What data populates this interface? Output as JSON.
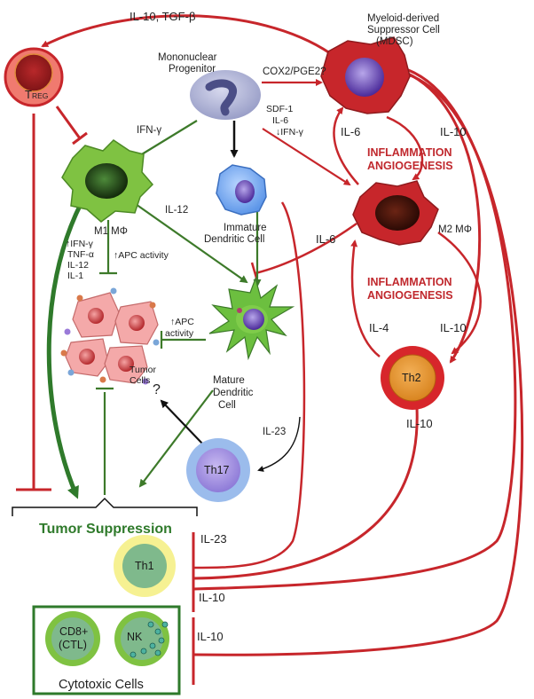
{
  "cells": {
    "treg": {
      "name": "T",
      "subscript": "REG"
    },
    "mono": {
      "label_line1": "Mononuclear",
      "label_line2": "Progenitor"
    },
    "mdsc": {
      "line1": "Myeloid-derived",
      "line2": "Suppressor Cell",
      "line3": "(MDSC)"
    },
    "m1": {
      "label": "M1 MΦ"
    },
    "m2": {
      "label": "M2 MΦ"
    },
    "idc": {
      "line1": "Immature",
      "line2": "Dendritic Cell"
    },
    "mdc": {
      "line1": "Mature",
      "line2": "Dendritic",
      "line3": "Cell"
    },
    "tumor": {
      "line1": "Tumor",
      "line2": "Cells"
    },
    "th2": {
      "name": "Th2"
    },
    "th17": {
      "name": "Th17"
    },
    "th1": {
      "name": "Th1"
    },
    "cd8": {
      "line1": "CD8+",
      "line2": "(CTL)"
    },
    "nk": {
      "name": "NK"
    }
  },
  "labels": {
    "il10_tgfb": "IL-10, TGF-β",
    "ifng_top": "IFN-γ",
    "cox2": "COX2/PGE2?",
    "sdf1": "SDF-1",
    "il6_a": "IL-6",
    "down_ifng": "↓IFN-γ",
    "il6_left": "IL-6",
    "il10_right": "IL-10",
    "inflammation1": "INFLAMMATION",
    "angiogenesis1": "ANGIOGENESIS",
    "il12": "IL-12",
    "il6_mid": "IL-6",
    "up_ifng": "↑IFN-γ",
    "tnfa": "TNF-α",
    "il12_b": "IL-12",
    "il1": "IL-1",
    "apc_activity": "↑APC activity",
    "apc2_line1": "↑APC",
    "apc2_line2": "activity",
    "inflammation2": "INFLAMMATION",
    "angiogenesis2": "ANGIOGENESIS",
    "il4": "IL-4",
    "il10_th2": "IL-10",
    "question": "?",
    "il23_top": "IL-23",
    "il10_below_th2": "IL-10",
    "tumor_suppression": "Tumor Suppression",
    "il23_bottom": "IL-23",
    "il10_bottom1": "IL-10",
    "il10_bottom2": "IL-10",
    "cytotoxic": "Cytotoxic Cells"
  },
  "colors": {
    "inhibit_red": "#c7262b",
    "activate_green": "#3d7a2a",
    "suppression_green": "#2f7a2b"
  }
}
